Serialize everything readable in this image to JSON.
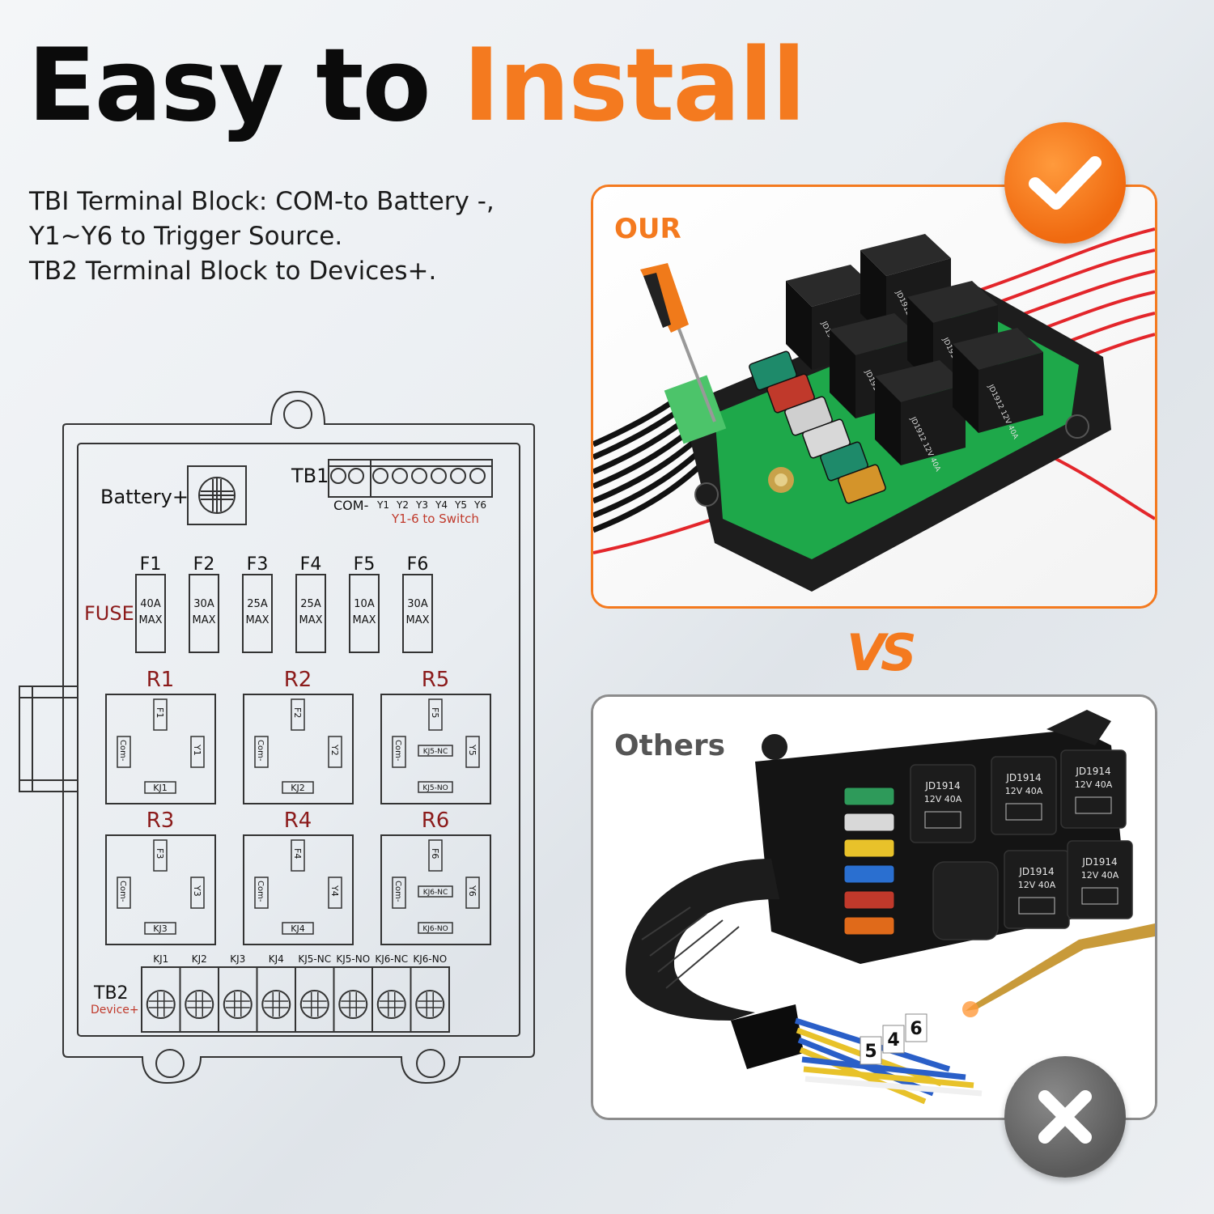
{
  "headline": {
    "part1": "Easy to ",
    "accent": "Install"
  },
  "description": [
    "TBI Terminal Block: COM-to Battery -,",
    "Y1~Y6 to Trigger Source.",
    "TB2 Terminal Block to Devices+."
  ],
  "diagram": {
    "battery_label": "Battery+",
    "tb1": {
      "label": "TB1",
      "com_label": "COM-",
      "pins": [
        "Y1",
        "Y2",
        "Y3",
        "Y4",
        "Y5",
        "Y6"
      ],
      "note": "Y1-6 to Switch"
    },
    "fuse_label": "FUSE",
    "fuses": [
      {
        "name": "F1",
        "rating": "40A",
        "max": "MAX"
      },
      {
        "name": "F2",
        "rating": "30A",
        "max": "MAX"
      },
      {
        "name": "F3",
        "rating": "25A",
        "max": "MAX"
      },
      {
        "name": "F4",
        "rating": "25A",
        "max": "MAX"
      },
      {
        "name": "F5",
        "rating": "10A",
        "max": "MAX"
      },
      {
        "name": "F6",
        "rating": "30A",
        "max": "MAX"
      }
    ],
    "relays": [
      {
        "name": "R1",
        "fuse": "F1",
        "com": "Com-",
        "y": "Y1",
        "kj": "KJ1"
      },
      {
        "name": "R2",
        "fuse": "F2",
        "com": "Com-",
        "y": "Y2",
        "kj": "KJ2"
      },
      {
        "name": "R5",
        "fuse": "F5",
        "com": "Com-",
        "y": "Y5",
        "nc": "KJ5-NC",
        "no": "KJ5-NO"
      },
      {
        "name": "R3",
        "fuse": "F3",
        "com": "Com-",
        "y": "Y3",
        "kj": "KJ3"
      },
      {
        "name": "R4",
        "fuse": "F4",
        "com": "Com-",
        "y": "Y4",
        "kj": "KJ4"
      },
      {
        "name": "R6",
        "fuse": "F6",
        "com": "Com-",
        "y": "Y6",
        "nc": "KJ6-NC",
        "no": "KJ6-NO"
      }
    ],
    "tb2": {
      "label": "TB2",
      "sub": "Device+",
      "terminals": [
        "KJ1",
        "KJ2",
        "KJ3",
        "KJ4",
        "KJ5-NC",
        "KJ5-NO",
        "KJ6-NC",
        "KJ6-NO"
      ]
    }
  },
  "our_panel": {
    "label": "OUR",
    "relay_text": "JD1912 12V 40A",
    "fuse_colors": [
      "#1e8a6a",
      "#c0392b",
      "#cfcfcf",
      "#d8d8d8",
      "#1e8a6a",
      "#d4942a"
    ],
    "board_color": "#1ea84a"
  },
  "vs_text": "VS",
  "others_panel": {
    "label": "Others",
    "relay_text_line1": "JD1914",
    "relay_text_line2": "12V 40A",
    "fuse_colors": [
      "#2e9a5a",
      "#d8d8d8",
      "#e8c22a",
      "#2a6fd0",
      "#c0392b",
      "#e06a1a"
    ],
    "wire_labels": [
      "5",
      "4",
      "6"
    ]
  },
  "colors": {
    "accent": "#f47a1f",
    "label_red": "#8b1a1a",
    "note_red": "#c0392b"
  }
}
